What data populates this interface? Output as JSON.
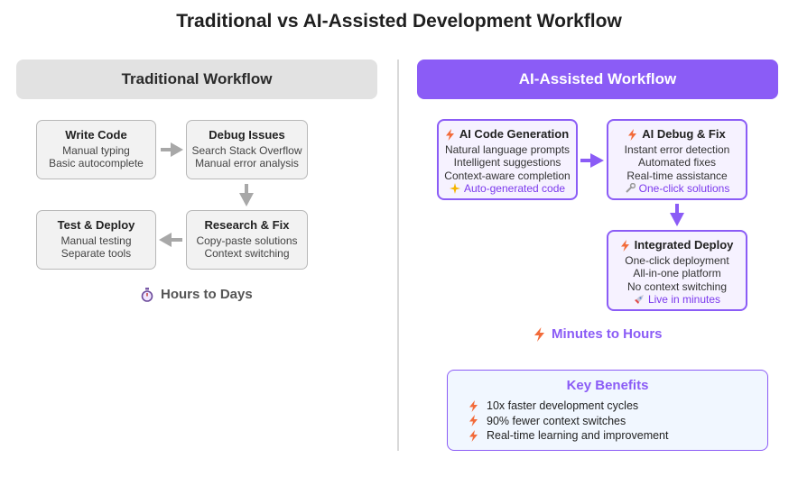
{
  "title": "Traditional vs AI-Assisted Development Workflow",
  "traditional": {
    "header": "Traditional Workflow",
    "steps": [
      {
        "title": "Write Code",
        "lines": [
          "Manual typing",
          "Basic autocomplete"
        ]
      },
      {
        "title": "Debug Issues",
        "lines": [
          "Search Stack Overflow",
          "Manual error analysis"
        ]
      },
      {
        "title": "Research & Fix",
        "lines": [
          "Copy-paste solutions",
          "Context switching"
        ]
      },
      {
        "title": "Test & Deploy",
        "lines": [
          "Manual testing",
          "Separate tools"
        ]
      }
    ],
    "timing": "Hours to Days"
  },
  "ai": {
    "header": "AI-Assisted Workflow",
    "steps": [
      {
        "title": "AI Code Generation",
        "lines": [
          "Natural language prompts",
          "Intelligent suggestions",
          "Context-aware completion"
        ],
        "highlight": "Auto-generated code"
      },
      {
        "title": "AI Debug & Fix",
        "lines": [
          "Instant error detection",
          "Automated fixes",
          "Real-time assistance"
        ],
        "highlight": "One-click solutions"
      },
      {
        "title": "Integrated Deploy",
        "lines": [
          "One-click deployment",
          "All-in-one platform",
          "No context switching"
        ],
        "highlight": "Live in minutes"
      }
    ],
    "timing": "Minutes to Hours"
  },
  "benefits": {
    "title": "Key Benefits",
    "items": [
      "10x faster development cycles",
      "90% fewer context switches",
      "Real-time learning and improvement"
    ]
  },
  "colors": {
    "accent": "#8b5cf6",
    "bolt": "#f26b3a",
    "arrow_gray": "#a8a8a8"
  },
  "icons": {
    "timing_traditional": "stopwatch-icon",
    "step_marker": "lightning-bolt-icon",
    "auto_generated": "sparkles-icon",
    "one_click": "wrench-icon",
    "live": "rocket-icon"
  }
}
